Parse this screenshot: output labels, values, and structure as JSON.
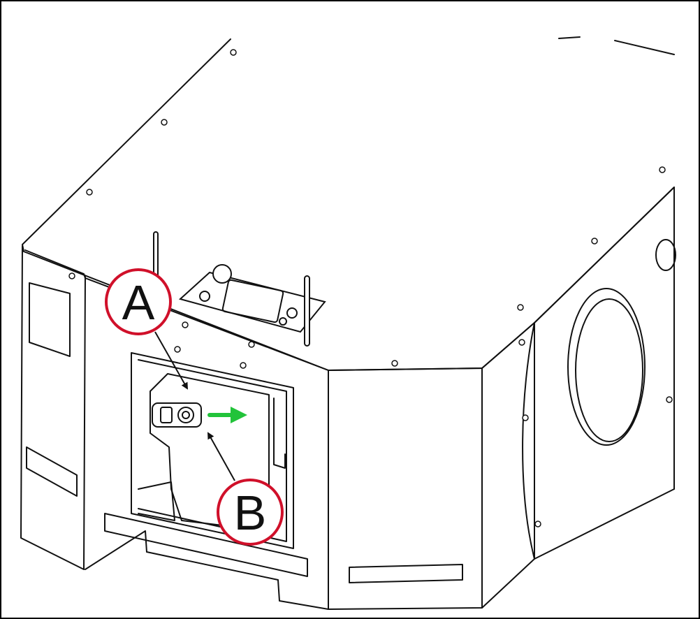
{
  "figure": {
    "callouts": [
      {
        "id": "A",
        "label": "A"
      },
      {
        "id": "B",
        "label": "B"
      }
    ],
    "colors": {
      "line": "#111111",
      "callout_ring": "#d0102a",
      "motion_arrow": "#22c33a",
      "frame": "#000000",
      "background": "#ffffff"
    },
    "icons": [
      "antenna-icon",
      "emergency-stop-button-icon",
      "display-screen-icon",
      "latch-knob-icon",
      "motion-arrow-icon"
    ]
  }
}
